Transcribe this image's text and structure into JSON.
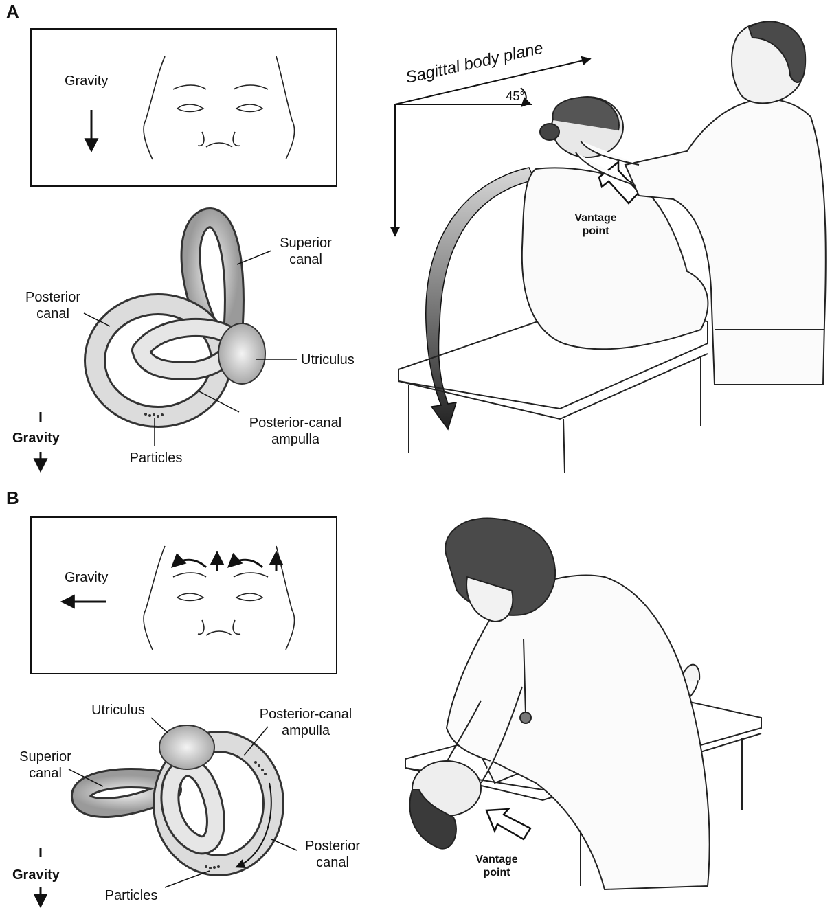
{
  "panels": [
    {
      "letter": "A",
      "face_box": {
        "gravity_label": "Gravity",
        "gravity_direction": "down"
      },
      "labyrinth": {
        "superior": [
          "Superior",
          "canal"
        ],
        "posterior": [
          "Posterior",
          "canal"
        ],
        "utriculus": "Utriculus",
        "ampulla": [
          "Posterior-canal",
          "ampulla"
        ],
        "particles": "Particles",
        "gravity": "Gravity"
      },
      "scene": {
        "plane": "Sagittal body plane",
        "angle": "45°",
        "vantage": [
          "Vantage",
          "point"
        ]
      }
    },
    {
      "letter": "B",
      "face_box": {
        "gravity_label": "Gravity",
        "gravity_direction": "left"
      },
      "labyrinth": {
        "utriculus": "Utriculus",
        "ampulla": [
          "Posterior-canal",
          "ampulla"
        ],
        "superior": [
          "Superior",
          "canal"
        ],
        "posterior": [
          "Posterior",
          "canal"
        ],
        "particles": "Particles",
        "gravity": "Gravity"
      },
      "scene": {
        "vantage": [
          "Vantage",
          "point"
        ]
      }
    }
  ],
  "colors": {
    "ink": "#111111",
    "paper": "#ffffff",
    "shade": "#b8b8b8"
  }
}
